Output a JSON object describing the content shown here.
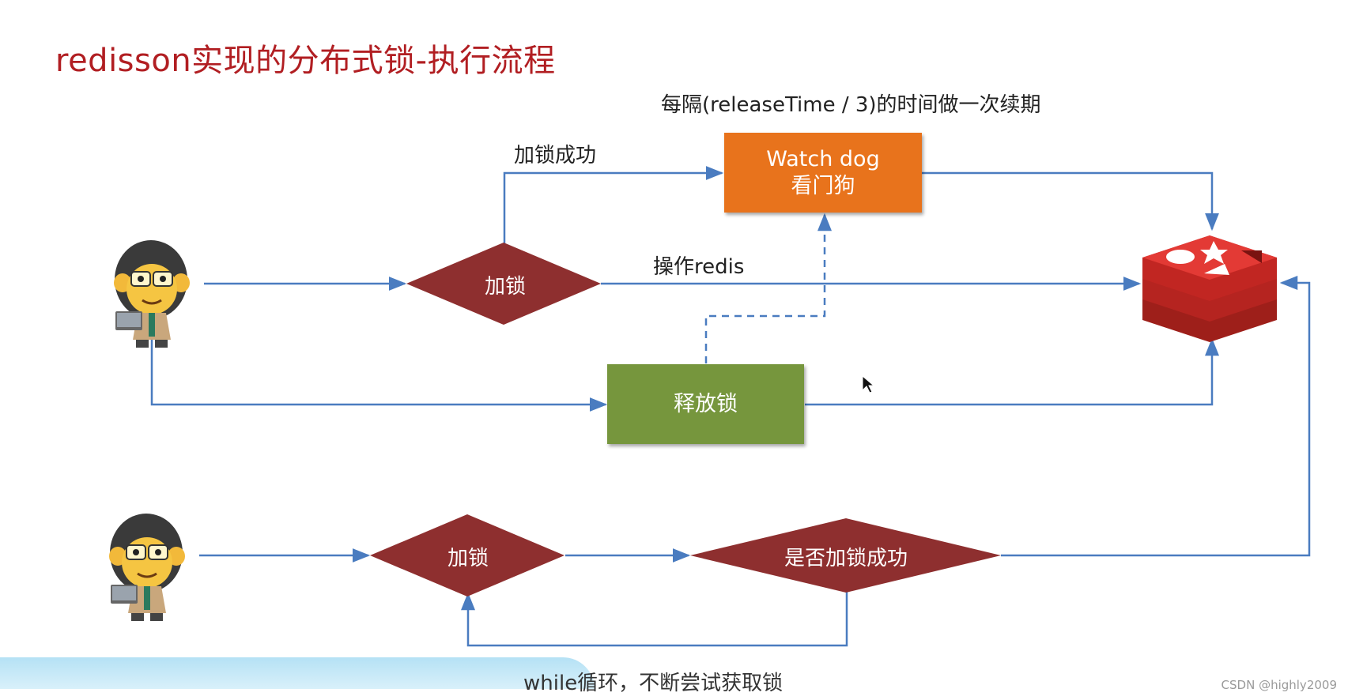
{
  "title": "redisson实现的分布式锁-执行流程",
  "labels": {
    "renew_note": "每隔(releaseTime / 3)的时间做一次续期",
    "lock_success": "加锁成功",
    "operate_redis": "操作redis",
    "while_loop": "while循环，不断尝试获取锁"
  },
  "nodes": {
    "watchdog_line1": "Watch dog",
    "watchdog_line2": "看门狗",
    "lock_top": "加锁",
    "release_lock": "释放锁",
    "lock_bottom": "加锁",
    "lock_success_check": "是否加锁成功"
  },
  "icons": {
    "client_top": "monkey-client-icon",
    "client_bottom": "monkey-client-icon",
    "redis": "redis-logo-icon",
    "cursor": "mouse-cursor-icon"
  },
  "colors": {
    "title": "#b11e22",
    "arrow": "#4a7cc0",
    "diamond": "#8e2f2f",
    "watchdog": "#e8731c",
    "release": "#76963d",
    "redis": "#d42a28"
  },
  "watermark": "CSDN @highly2009"
}
